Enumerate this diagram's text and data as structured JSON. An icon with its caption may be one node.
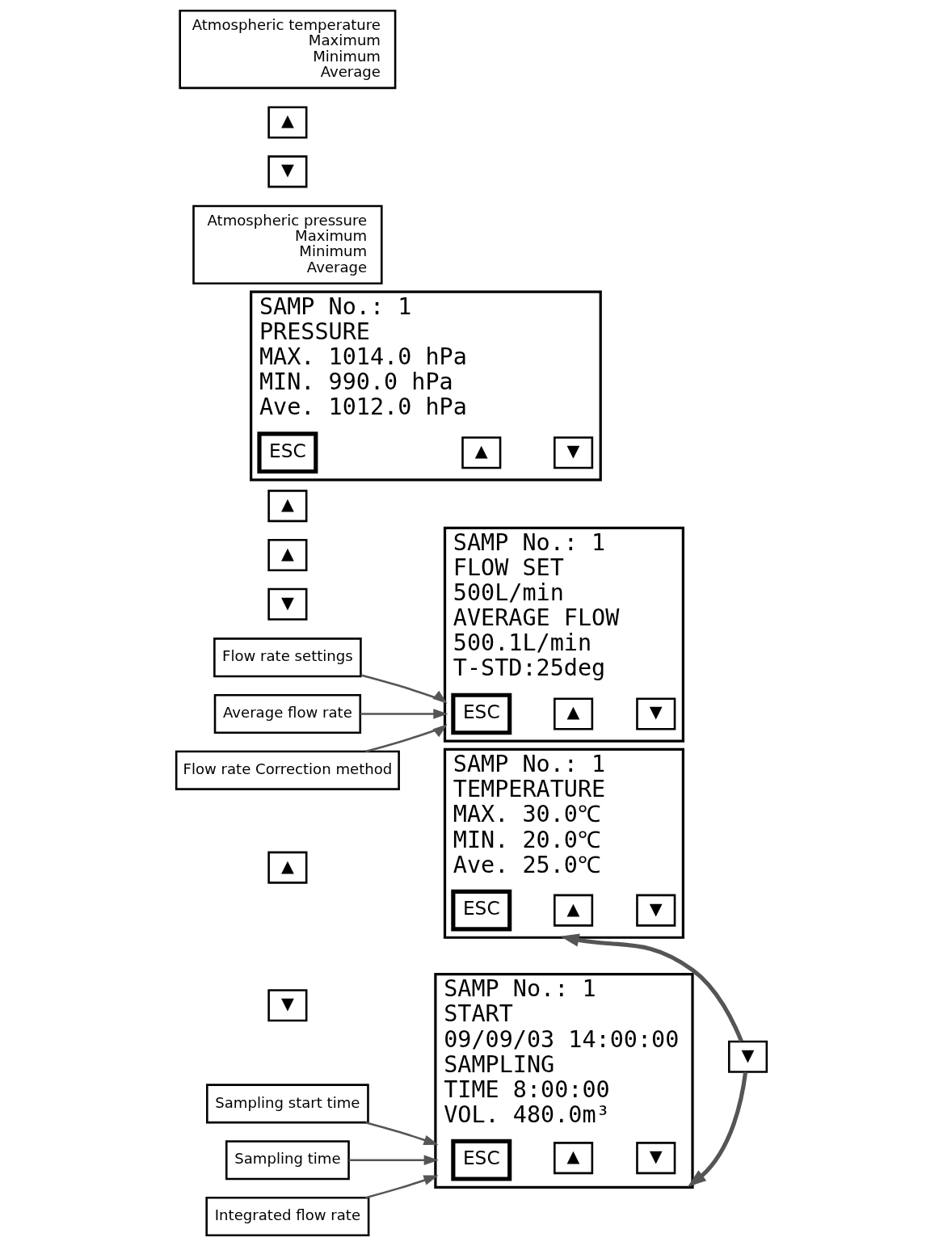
{
  "diagram": {
    "nodes": [
      {
        "text": [
          "SAMP No.: 1",
          "START",
          "09/09/03 14:00:00",
          "SAMPLING",
          "TIME 8:00:00",
          "VOL. 480.0m³"
        ]
      },
      {
        "text": [
          "ESC"
        ],
        "in": 0
      },
      {
        "text": [
          "▲"
        ],
        "in": 0
      },
      {
        "text": [
          "▼"
        ],
        "in": 0
      },
      {
        "text": [
          "Sampling start time"
        ]
      },
      {
        "text": [
          "Sampling time"
        ]
      },
      {
        "text": [
          "Integrated flow rate"
        ]
      },
      {
        "text": [
          "▼"
        ]
      },
      {
        "text": [
          "▲"
        ]
      },
      {
        "text": [
          "SAMP No.: 1",
          "FLOW SET",
          "500L/min",
          "AVERAGE FLOW",
          "500.1L/min",
          "T-STD:25deg"
        ]
      },
      {
        "text": [
          "ESC"
        ],
        "in": 9
      },
      {
        "text": [
          "▲"
        ],
        "in": 9
      },
      {
        "text": [
          "▼"
        ],
        "in": 9
      },
      {
        "text": [
          "Flow rate settings"
        ]
      },
      {
        "text": [
          "Average flow rate"
        ]
      },
      {
        "text": [
          "Flow rate Correction method"
        ]
      },
      {
        "text": [
          "▼"
        ]
      },
      {
        "text": [
          "▲"
        ]
      },
      {
        "text": [
          "▼"
        ]
      },
      {
        "text": [
          "▲"
        ]
      },
      {
        "text": [
          "SAMP No.: 1",
          "PRESSURE",
          "MAX. 1014.0 hPa",
          "MIN. 990.0 hPa",
          "Ave. 1012.0 hPa"
        ]
      },
      {
        "text": [
          "ESC"
        ],
        "in": 20
      },
      {
        "text": [
          "▲"
        ],
        "in": 20
      },
      {
        "text": [
          "▼"
        ],
        "in": 20
      },
      {
        "text": [
          "Atmospheric pressure",
          "Maximum",
          "Minimum",
          "Average"
        ]
      },
      {
        "text": [
          "▼"
        ]
      },
      {
        "text": [
          "▲"
        ]
      },
      {
        "text": [
          "SAMP No.: 1",
          "TEMPERATURE",
          "MAX. 30.0℃",
          "MIN. 20.0℃",
          "Ave. 25.0℃"
        ]
      },
      {
        "text": [
          "ESC"
        ],
        "in": 27
      },
      {
        "text": [
          "▲"
        ],
        "in": 27
      },
      {
        "text": [
          "▼"
        ],
        "in": 27
      },
      {
        "text": [
          "Atmospheric temperature",
          "Maximum",
          "Minimum",
          "Average"
        ]
      }
    ],
    "edges": [
      {
        "from": 4,
        "to": 0,
        "arrow": "to"
      },
      {
        "from": 5,
        "to": 0,
        "arrow": "to"
      },
      {
        "from": 6,
        "to": 0,
        "arrow": "to"
      },
      {
        "from": 13,
        "to": 9,
        "arrow": "to"
      },
      {
        "from": 14,
        "to": 9,
        "arrow": "to"
      },
      {
        "from": 15,
        "to": 9,
        "arrow": "to"
      },
      {
        "from": 18,
        "to": 0,
        "arrow": "to",
        "style": "thick"
      },
      {
        "from": 18,
        "to": 27,
        "arrow": "to",
        "style": "thick"
      }
    ]
  }
}
